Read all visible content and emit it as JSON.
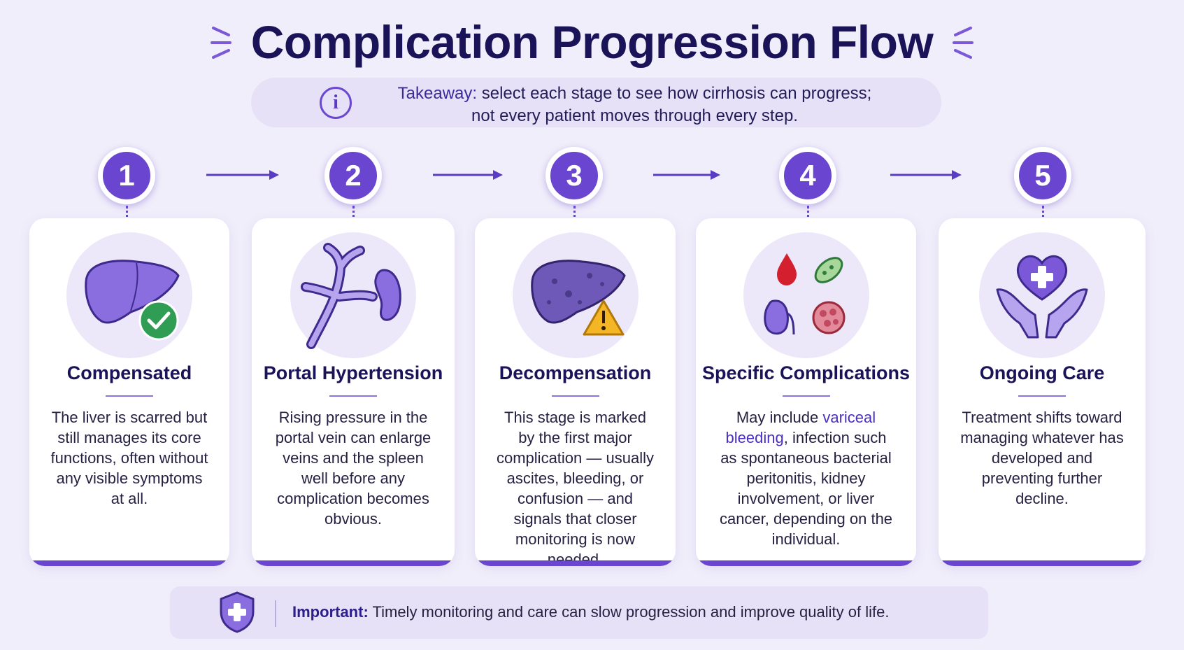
{
  "title": "Complication Progression Flow",
  "takeaway": {
    "label": "Takeaway:",
    "line1": "select each stage to see how cirrhosis can progress;",
    "line2": "not every patient moves through every step."
  },
  "stages": [
    {
      "number": "1",
      "title": "Compensated",
      "body": "The liver is scarred but still manages its core functions, often without any visible symptoms at all.",
      "icon": "healthy-liver-check-icon"
    },
    {
      "number": "2",
      "title": "Portal Hypertension",
      "body": "Rising pressure in the portal vein can enlarge veins and the spleen well before any complication becomes obvious.",
      "icon": "portal-vein-spleen-icon"
    },
    {
      "number": "3",
      "title": "Decompensation",
      "body": "This stage is marked by the first major complication — usually ascites, bleeding, or confusion — and signals that closer monitoring is now needed.",
      "icon": "damaged-liver-warning-icon"
    },
    {
      "number": "4",
      "title": "Specific Complications",
      "body_prefix": "May include ",
      "body_highlight": "variceal bleeding",
      "body_suffix": ", infection such as spontaneous bacterial peritonitis, kidney involvement, or liver cancer, depending on the individual.",
      "icon": "complications-cluster-icon"
    },
    {
      "number": "5",
      "title": "Ongoing Care",
      "body": "Treatment shifts toward managing whatever has developed and preventing further decline.",
      "icon": "caring-hands-heart-icon"
    }
  ],
  "important": {
    "label": "Important:",
    "text": "Timely monitoring and care can slow progression and improve quality of life.",
    "icon": "shield-plus-icon"
  },
  "colors": {
    "accent": "#6a45cf",
    "title": "#1a1357",
    "background": "#f1eefb",
    "highlight": "#4a2fc2"
  }
}
